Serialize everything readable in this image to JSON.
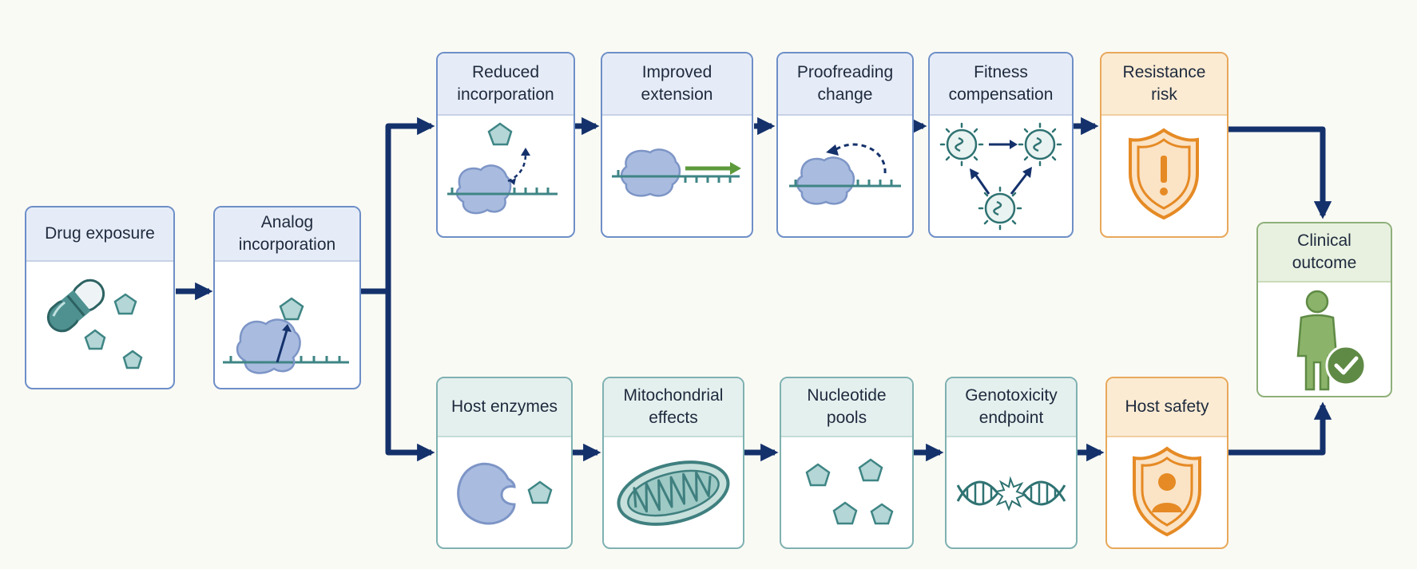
{
  "colors": {
    "arrow": "#14316b",
    "blue_border": "#6e8fc7",
    "teal_border": "#7fb1b1",
    "orange_border": "#e8a85a",
    "green_border": "#8fb07a",
    "icon_teal": "#3f8585",
    "icon_blue": "#a9bce0",
    "icon_orange": "#e58a24",
    "icon_green": "#7fa35e"
  },
  "nodes": {
    "drug_exposure": {
      "label": "Drug exposure",
      "icons": [
        "capsule-icon",
        "nucleotide-pentagon-icon"
      ]
    },
    "analog_incorporation": {
      "label": "Analog incorporation",
      "icons": [
        "polymerase-icon",
        "nucleotide-pentagon-icon",
        "rna-strand-icon"
      ]
    },
    "reduced_incorporation": {
      "label": "Reduced incorporation",
      "icons": [
        "polymerase-icon",
        "nucleotide-pentagon-icon",
        "dashed-arrow-icon"
      ]
    },
    "improved_extension": {
      "label": "Improved extension",
      "icons": [
        "polymerase-icon",
        "extension-arrow-icon"
      ]
    },
    "proofreading_change": {
      "label": "Proofreading change",
      "icons": [
        "polymerase-icon",
        "dashed-arrow-icon"
      ]
    },
    "fitness_compensation": {
      "label": "Fitness compensation",
      "icons": [
        "virus-icon",
        "arrow-icon"
      ]
    },
    "resistance_risk": {
      "label": "Resistance risk",
      "icons": [
        "warning-shield-icon"
      ]
    },
    "clinical_outcome": {
      "label": "Clinical outcome",
      "icons": [
        "person-icon",
        "check-badge-icon"
      ]
    },
    "host_enzymes": {
      "label": "Host enzymes",
      "icons": [
        "enzyme-icon",
        "nucleotide-pentagon-icon"
      ]
    },
    "mitochondrial_effects": {
      "label": "Mitochondrial effects",
      "icons": [
        "mitochondrion-icon"
      ]
    },
    "nucleotide_pools": {
      "label": "Nucleotide pools",
      "icons": [
        "nucleotide-pentagon-icon"
      ]
    },
    "genotoxicity_endpoint": {
      "label": "Genotoxicity endpoint",
      "icons": [
        "dna-break-icon"
      ]
    },
    "host_safety": {
      "label": "Host safety",
      "icons": [
        "person-shield-icon"
      ]
    }
  },
  "edges": [
    [
      "drug_exposure",
      "analog_incorporation"
    ],
    [
      "analog_incorporation",
      "reduced_incorporation"
    ],
    [
      "analog_incorporation",
      "host_enzymes"
    ],
    [
      "reduced_incorporation",
      "improved_extension"
    ],
    [
      "improved_extension",
      "proofreading_change"
    ],
    [
      "proofreading_change",
      "fitness_compensation"
    ],
    [
      "fitness_compensation",
      "resistance_risk"
    ],
    [
      "resistance_risk",
      "clinical_outcome"
    ],
    [
      "host_enzymes",
      "mitochondrial_effects"
    ],
    [
      "mitochondrial_effects",
      "nucleotide_pools"
    ],
    [
      "nucleotide_pools",
      "genotoxicity_endpoint"
    ],
    [
      "genotoxicity_endpoint",
      "host_safety"
    ],
    [
      "host_safety",
      "clinical_outcome"
    ]
  ]
}
